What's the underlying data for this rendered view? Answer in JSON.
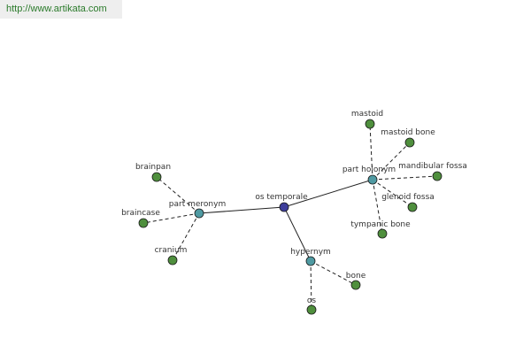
{
  "header": {
    "url": "http://www.artikata.com"
  },
  "colors": {
    "central": "#3d3d9a",
    "relation": "#4f9aa2",
    "leaf": "#4f8f3d",
    "edge": "#222222",
    "url_text": "#2a7a2a"
  },
  "graph": {
    "center": {
      "id": "center",
      "label": "os temporale"
    },
    "relations": [
      {
        "id": "meronym",
        "label": "part meronym"
      },
      {
        "id": "holonym",
        "label": "part holonym"
      },
      {
        "id": "hypernym",
        "label": "hypernym"
      }
    ],
    "leaves": [
      {
        "id": "brainpan",
        "label": "brainpan",
        "parent": "meronym"
      },
      {
        "id": "braincase",
        "label": "braincase",
        "parent": "meronym"
      },
      {
        "id": "cranium",
        "label": "cranium",
        "parent": "meronym"
      },
      {
        "id": "mastoid",
        "label": "mastoid",
        "parent": "holonym"
      },
      {
        "id": "mastoid-bone",
        "label": "mastoid bone",
        "parent": "holonym"
      },
      {
        "id": "mandibular-fossa",
        "label": "mandibular fossa",
        "parent": "holonym"
      },
      {
        "id": "glenoid-fossa",
        "label": "glenoid fossa",
        "parent": "holonym"
      },
      {
        "id": "tympanic-bone",
        "label": "tympanic bone",
        "parent": "holonym"
      },
      {
        "id": "bone",
        "label": "bone",
        "parent": "hypernym"
      },
      {
        "id": "os",
        "label": "os",
        "parent": "hypernym"
      }
    ]
  }
}
